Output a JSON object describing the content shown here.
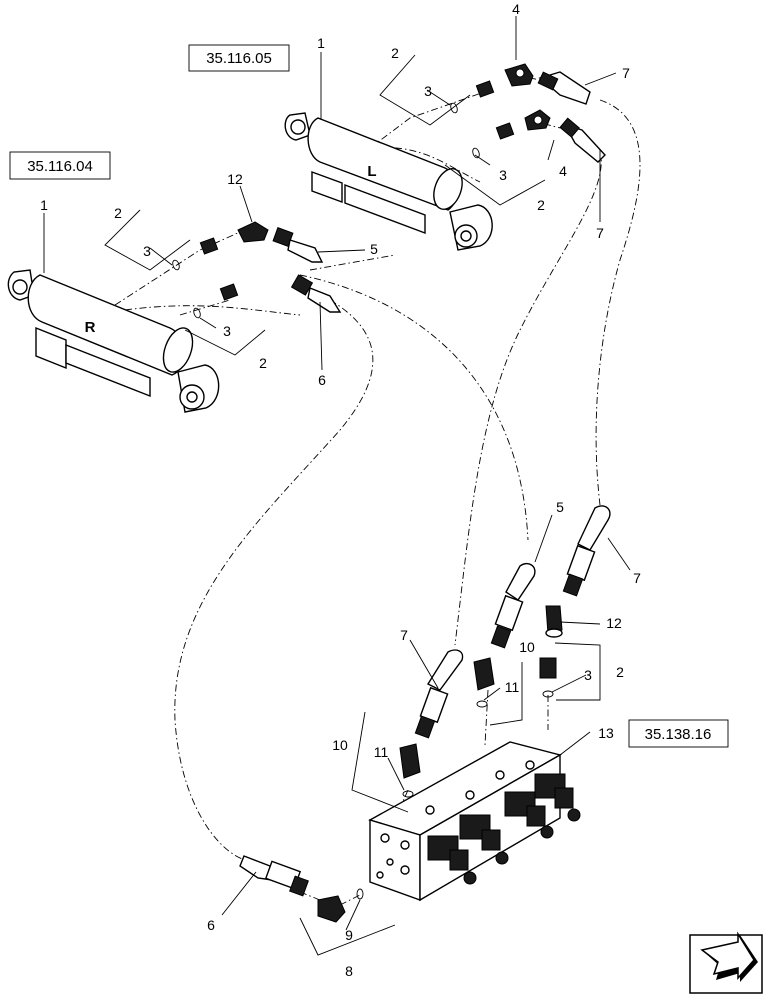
{
  "references": {
    "left_cylinder_ref": "35.116.05",
    "right_cylinder_ref": "35.116.04",
    "valve_ref": "35.138.16"
  },
  "cylinder_labels": {
    "left": "L",
    "right": "R"
  },
  "callouts": {
    "c1": "1",
    "c2": "2",
    "c3": "3",
    "c4": "4",
    "c5": "5",
    "c6": "6",
    "c7": "7",
    "c8": "8",
    "c9": "9",
    "c10": "10",
    "c11": "11",
    "c12": "12",
    "c13": "13"
  }
}
